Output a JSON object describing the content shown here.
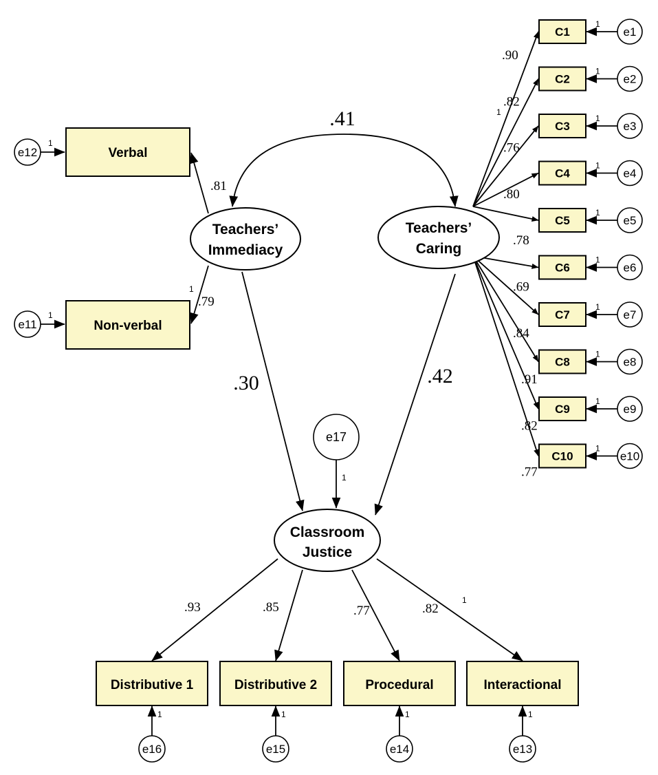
{
  "latents": {
    "immediacy": {
      "line1": "Teachers’",
      "line2": "Immediacy"
    },
    "caring": {
      "line1": "Teachers’",
      "line2": "Caring"
    },
    "justice": {
      "line1": "Classroom",
      "line2": "Justice"
    }
  },
  "covariance": ".41",
  "paths": {
    "immediacy_to_justice": ".30",
    "caring_to_justice": ".42"
  },
  "immediacy_indicators": [
    {
      "label": "Verbal",
      "error": "e12",
      "loading": ".81",
      "fixed": "1"
    },
    {
      "label": "Non-verbal",
      "error": "e11",
      "loading": ".79",
      "fixed": "1"
    }
  ],
  "caring_indicators": [
    {
      "label": "C1",
      "error": "e1",
      "loading": ".90",
      "fixed": "1"
    },
    {
      "label": "C2",
      "error": "e2",
      "loading": ".82",
      "fixed": "1"
    },
    {
      "label": "C3",
      "error": "e3",
      "loading": ".76",
      "fixed": "1"
    },
    {
      "label": "C4",
      "error": "e4",
      "loading": ".80",
      "fixed": "1"
    },
    {
      "label": "C5",
      "error": "e5",
      "loading": ".78",
      "fixed": "1"
    },
    {
      "label": "C6",
      "error": "e6",
      "loading": ".69",
      "fixed": "1"
    },
    {
      "label": "C7",
      "error": "e7",
      "loading": ".84",
      "fixed": "1"
    },
    {
      "label": "C8",
      "error": "e8",
      "loading": ".91",
      "fixed": "1"
    },
    {
      "label": "C9",
      "error": "e9",
      "loading": ".82",
      "fixed": "1"
    },
    {
      "label": "C10",
      "error": "e10",
      "loading": ".77",
      "fixed": "1"
    }
  ],
  "caring_path_fixed": "1",
  "justice_error": {
    "label": "e17",
    "fixed": "1"
  },
  "justice_indicators": [
    {
      "label": "Distributive 1",
      "error": "e16",
      "loading": ".93",
      "fixed": "1"
    },
    {
      "label": "Distributive 2",
      "error": "e15",
      "loading": ".85",
      "fixed": "1"
    },
    {
      "label": "Procedural",
      "error": "e14",
      "loading": ".77",
      "fixed": "1"
    },
    {
      "label": "Interactional",
      "error": "e13",
      "loading": ".82",
      "fixed": "1"
    }
  ],
  "justice_path_fixed": "1"
}
